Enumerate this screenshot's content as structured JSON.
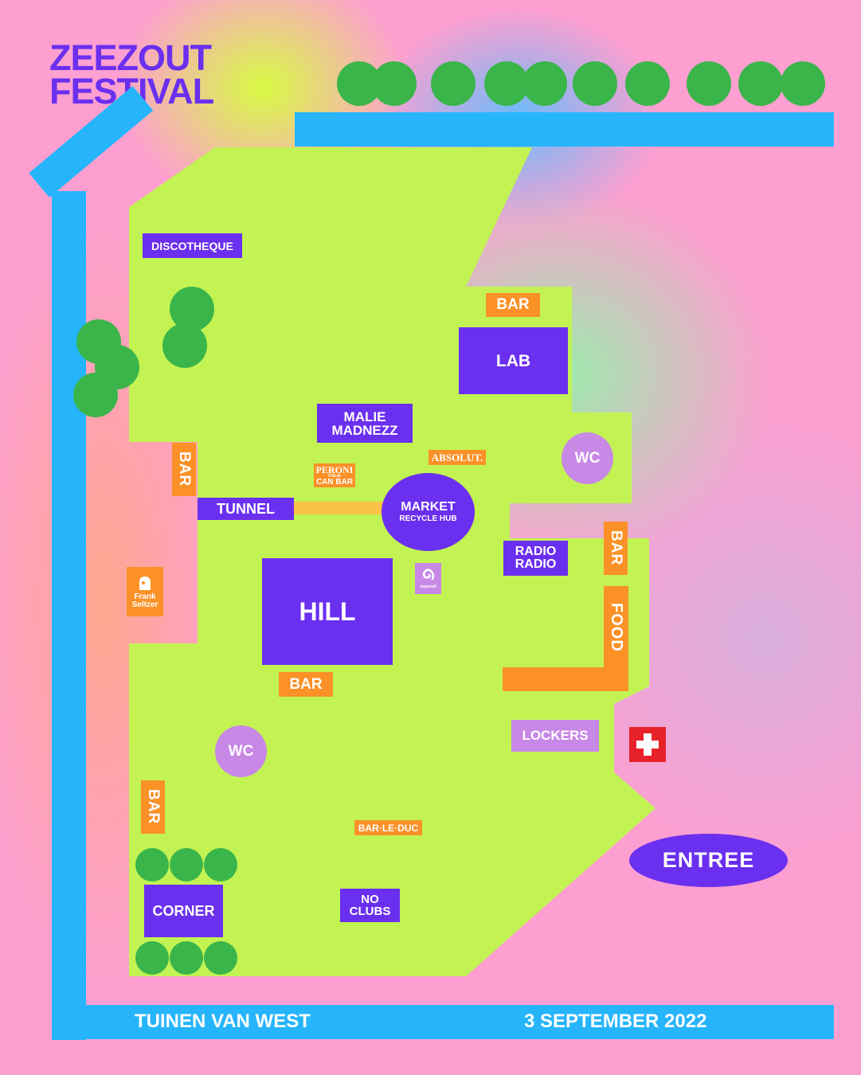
{
  "header": {
    "logo_line1": "ZEEZOUT",
    "logo_line2": "FESTIVAL"
  },
  "footer": {
    "venue": "TUINEN VAN WEST",
    "date": "3 SEPTEMBER 2022"
  },
  "stages": {
    "discotheque": "DISCOTHEQUE",
    "lab": "LAB",
    "malie_line1": "MALIE",
    "malie_line2": "MADNEZZ",
    "tunnel": "TUNNEL",
    "market": "MARKET",
    "market_sub": "RECYCLE HUB",
    "radio_line1": "RADIO",
    "radio_line2": "RADIO",
    "hill": "HILL",
    "no_clubs_line1": "NO",
    "no_clubs_line2": "CLUBS",
    "corner": "CORNER",
    "entree": "ENTREE"
  },
  "facilities": {
    "bar": "BAR",
    "wc": "WC",
    "food": "FOOD",
    "lockers": "LOCKERS",
    "first_aid_icon": "first-aid-cross-icon"
  },
  "sponsors": {
    "absolut": "ABSOLUT.",
    "peroni_line1": "PERONI",
    "peroni_sub": "ITALIA",
    "peroni_line2": "CAN BAR",
    "frank_line1": "Frank",
    "frank_line2": "Seltzer",
    "earproof": "earproof",
    "bar_le_duc": "BAR·LE·DUC"
  },
  "colors": {
    "stage": "#6b2fef",
    "bar": "#fb9127",
    "facility": "#c888e6",
    "grass": "#c2f353",
    "water": "#26b5fb",
    "tree": "#3ab54a",
    "first_aid": "#e8222a"
  }
}
